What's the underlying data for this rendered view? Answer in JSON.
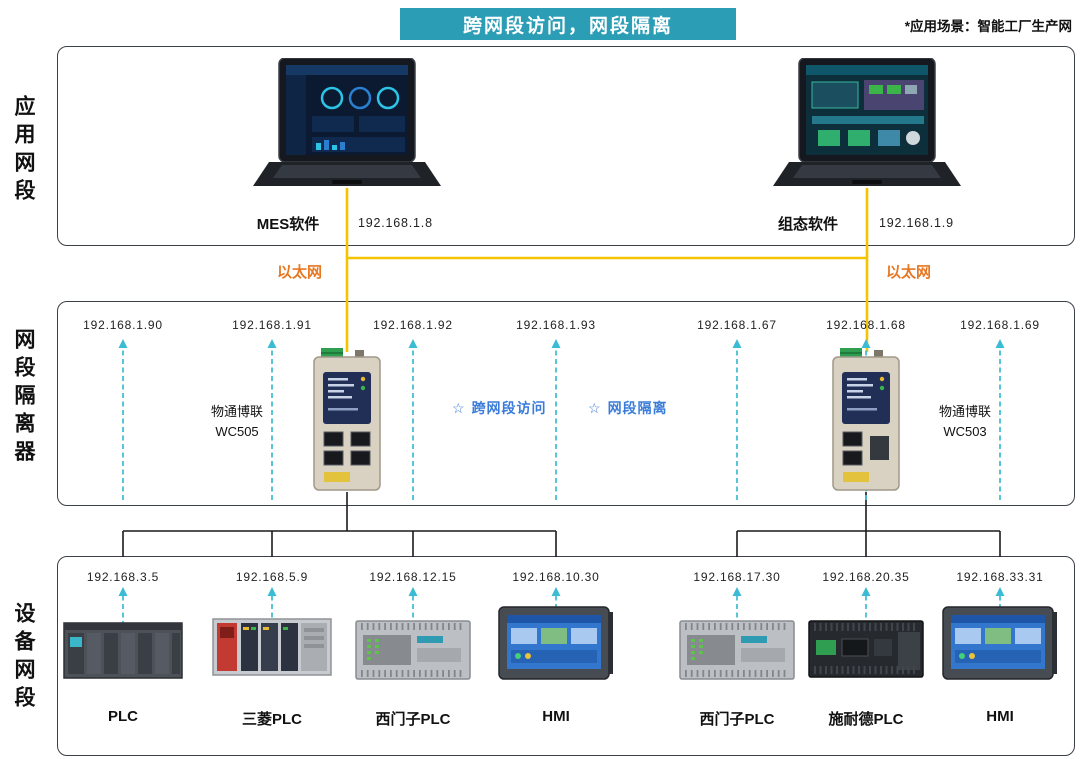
{
  "title": "跨网段访问，网段隔离",
  "note": "*应用场景：智能工厂生产网",
  "sections": {
    "app": "应用网段",
    "isolator": "网段隔离器",
    "device": "设备网段"
  },
  "app_nodes": [
    {
      "name": "MES软件",
      "ip": "192.168.1.8"
    },
    {
      "name": "组态软件",
      "ip": "192.168.1.9"
    }
  ],
  "ethernet_label": "以太网",
  "gateways": [
    {
      "brand": "物通博联",
      "model": "WC505"
    },
    {
      "brand": "物通博联",
      "model": "WC503"
    }
  ],
  "isolator_ips": [
    "192.168.1.90",
    "192.168.1.91",
    "192.168.1.92",
    "192.168.1.93",
    "192.168.1.67",
    "192.168.1.68",
    "192.168.1.69"
  ],
  "features": [
    {
      "icon": "☆",
      "text": "跨网段访问"
    },
    {
      "icon": "☆",
      "text": "网段隔离"
    }
  ],
  "devices": [
    {
      "label": "PLC",
      "ip": "192.168.3.5"
    },
    {
      "label": "三菱PLC",
      "ip": "192.168.5.9"
    },
    {
      "label": "西门子PLC",
      "ip": "192.168.12.15"
    },
    {
      "label": "HMI",
      "ip": "192.168.10.30"
    },
    {
      "label": "西门子PLC",
      "ip": "192.168.17.30"
    },
    {
      "label": "施耐德PLC",
      "ip": "192.168.20.35"
    },
    {
      "label": "HMI",
      "ip": "192.168.33.31"
    }
  ],
  "colors": {
    "title_bg": "#2B9DB5",
    "ethernet_line": "#F5C400",
    "ethernet_label": "#E87722",
    "feature_text": "#3A7CD8",
    "arrow": "#3BBCD4",
    "bus_line": "#1A1A1A"
  }
}
